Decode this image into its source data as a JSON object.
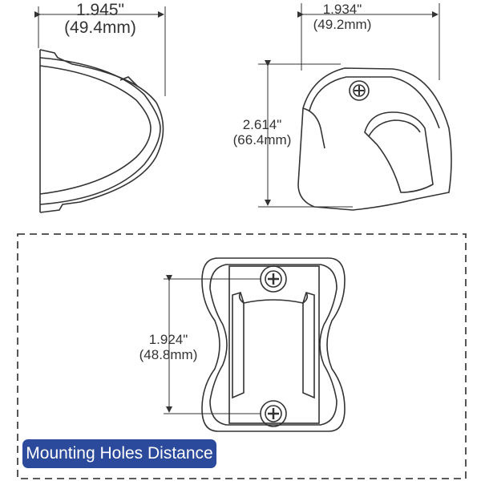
{
  "left_view": {
    "width_in": "1.945\"",
    "width_mm": "(49.4mm)"
  },
  "right_view": {
    "width_in": "1.934\"",
    "width_mm": "(49.2mm)",
    "height_in": "2.614\"",
    "height_mm": "(66.4mm)"
  },
  "bottom_view": {
    "hole_distance_in": "1.924\"",
    "hole_distance_mm": "(48.8mm)",
    "badge_label": "Mounting Holes Distance"
  },
  "colors": {
    "badge": "#2c4a9c",
    "line": "#333333",
    "border_dash": "#444444"
  }
}
